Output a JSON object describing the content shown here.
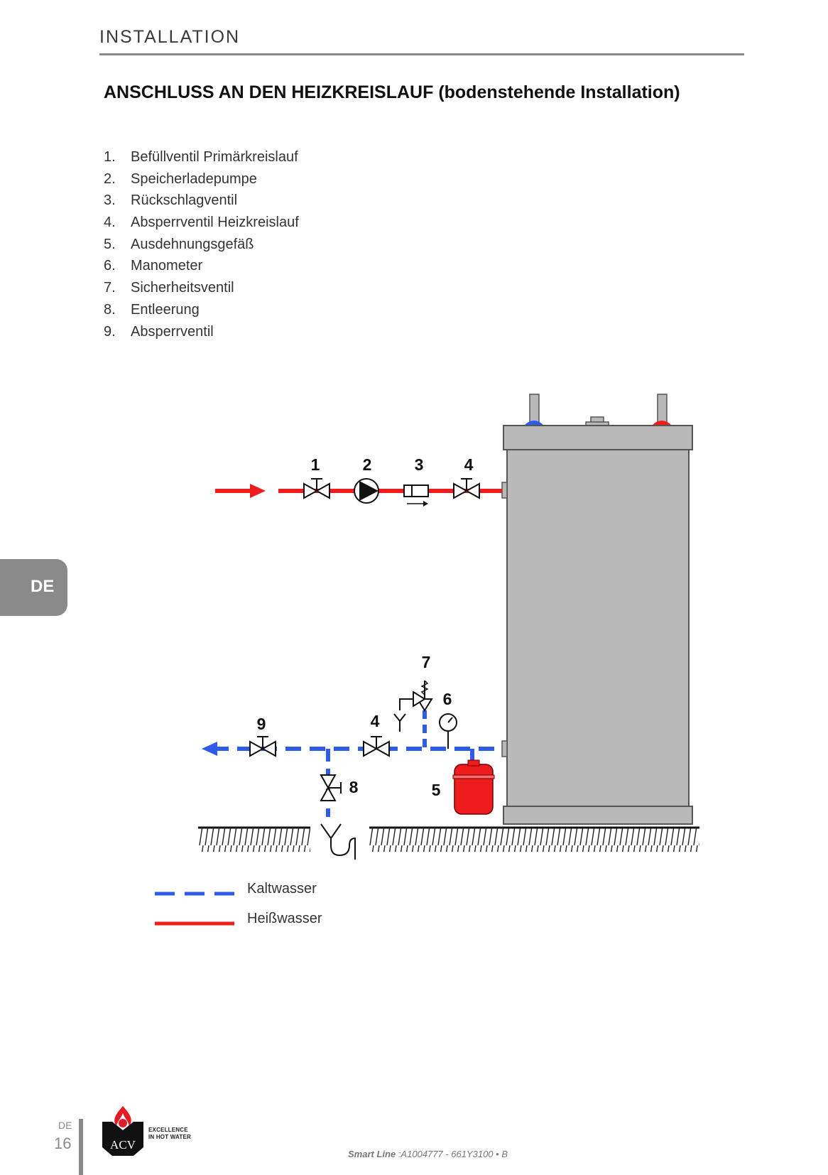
{
  "header": {
    "section": "INSTALLATION"
  },
  "title": "ANSCHLUSS AN DEN HEIZKREISLAUF (bodenstehende Installation)",
  "components": [
    {
      "number": "1.",
      "label": "Befüllventil Primärkreislauf"
    },
    {
      "number": "2.",
      "label": "Speicherladepumpe"
    },
    {
      "number": "3.",
      "label": "Rückschlagventil"
    },
    {
      "number": "4.",
      "label": "Absperrventil Heizkreislauf"
    },
    {
      "number": "5.",
      "label": "Ausdehnungsgefäß"
    },
    {
      "number": "6.",
      "label": "Manometer"
    },
    {
      "number": "7.",
      "label": "Sicherheitsventil"
    },
    {
      "number": "8.",
      "label": "Entleerung"
    },
    {
      "number": "9.",
      "label": "Absperrventil"
    }
  ],
  "diagram": {
    "callouts": {
      "c1": "1",
      "c2": "2",
      "c3": "3",
      "c4a": "4",
      "c4b": "4",
      "c5": "5",
      "c6": "6",
      "c7": "7",
      "c8": "8",
      "c9": "9"
    }
  },
  "legend": {
    "cold": "Kaltwasser",
    "hot": "Heißwasser"
  },
  "colors": {
    "cold": "#2e5be8",
    "hot": "#ee1c1c",
    "tank": "#b9b9b9"
  },
  "side_tab": "DE",
  "footer": {
    "lang": "DE",
    "page": "16",
    "brand": "ACV",
    "slogan_line1": "EXCELLENCE",
    "slogan_line2": "IN HOT WATER",
    "product": "Smart Line",
    "doc_ref": ":A1004777 - 661Y3100 • B"
  }
}
